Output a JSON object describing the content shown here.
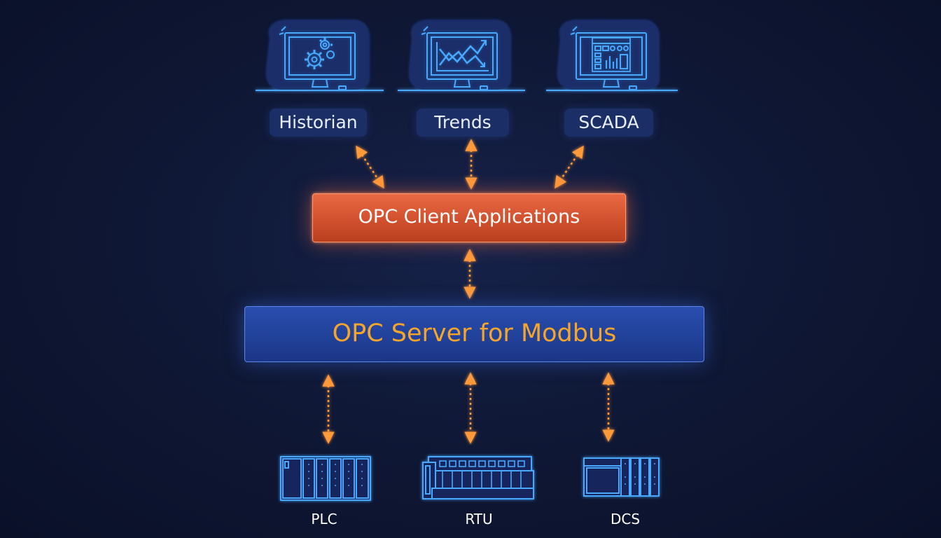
{
  "top_nodes": [
    {
      "label": "Historian",
      "icon": "gears-monitor-icon"
    },
    {
      "label": "Trends",
      "icon": "trend-chart-monitor-icon"
    },
    {
      "label": "SCADA",
      "icon": "dashboard-monitor-icon"
    }
  ],
  "client": {
    "label": "OPC Client Applications"
  },
  "server": {
    "label": "OPC Server for Modbus"
  },
  "devices": [
    {
      "label": "PLC",
      "icon": "plc-rack-icon"
    },
    {
      "label": "RTU",
      "icon": "rtu-rack-icon"
    },
    {
      "label": "DCS",
      "icon": "dcs-rack-icon"
    }
  ],
  "colors": {
    "background": "#0f1836",
    "line_blue": "#4aa8ff",
    "arrow_orange": "#ff9a3a",
    "client_box": "#d1502e",
    "server_box": "#21419a",
    "server_text": "#f5a52a"
  }
}
